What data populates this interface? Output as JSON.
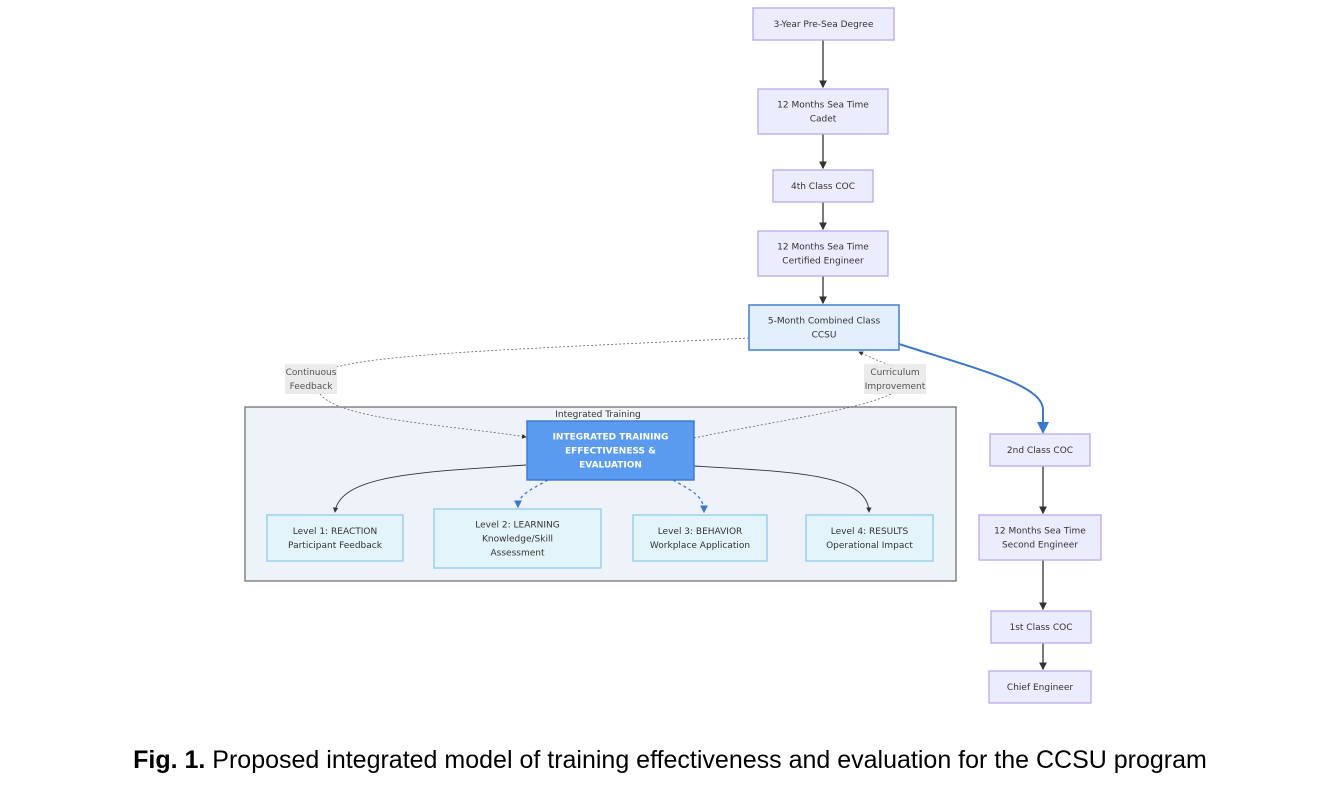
{
  "figure": {
    "caption_label": "Fig. 1.",
    "caption_text": " Proposed integrated model of training effectiveness and evaluation for the CCSU program"
  },
  "career_path": {
    "nodes": [
      {
        "id": "n1",
        "lines": [
          "3-Year Pre-Sea Degree"
        ]
      },
      {
        "id": "n2",
        "lines": [
          "12 Months Sea Time",
          "Cadet"
        ]
      },
      {
        "id": "n3",
        "lines": [
          "4th Class COC"
        ]
      },
      {
        "id": "n4",
        "lines": [
          "12 Months Sea Time",
          "Certified Engineer"
        ]
      },
      {
        "id": "n5",
        "lines": [
          "5-Month Combined Class",
          "CCSU"
        ]
      },
      {
        "id": "n6",
        "lines": [
          "2nd Class COC"
        ]
      },
      {
        "id": "n7",
        "lines": [
          "12 Months Sea Time",
          "Second Engineer"
        ]
      },
      {
        "id": "n8",
        "lines": [
          "1st Class COC"
        ]
      },
      {
        "id": "n9",
        "lines": [
          "Chief Engineer"
        ]
      }
    ]
  },
  "subgraph": {
    "title": "Integrated Training",
    "central": {
      "lines": [
        "INTEGRATED TRAINING",
        "EFFECTIVENESS &",
        "EVALUATION"
      ]
    },
    "levels": [
      {
        "lines": [
          "Level 1: REACTION",
          "Participant Feedback"
        ]
      },
      {
        "lines": [
          "Level 2: LEARNING",
          "Knowledge/Skill",
          "Assessment"
        ]
      },
      {
        "lines": [
          "Level 3: BEHAVIOR",
          "Workplace Application"
        ]
      },
      {
        "lines": [
          "Level 4: RESULTS",
          "Operational Impact"
        ]
      }
    ]
  },
  "edge_labels": {
    "feedback": [
      "Continuous",
      "Feedback"
    ],
    "improvement": [
      "Curriculum",
      "Improvement"
    ]
  },
  "colors": {
    "career_fill": "#ececff",
    "career_stroke": "#b7a9ee",
    "ccsu_fill": "#e3effc",
    "ccsu_stroke": "#4a86d8",
    "central_fill": "#5b9bef",
    "central_stroke": "#3a78d0",
    "level_fill": "#e4f4fb",
    "level_stroke": "#8fcdef",
    "subgraph_fill": "#eef3fa",
    "subgraph_stroke": "#666666",
    "highlight_edge": "#3a78d0"
  }
}
